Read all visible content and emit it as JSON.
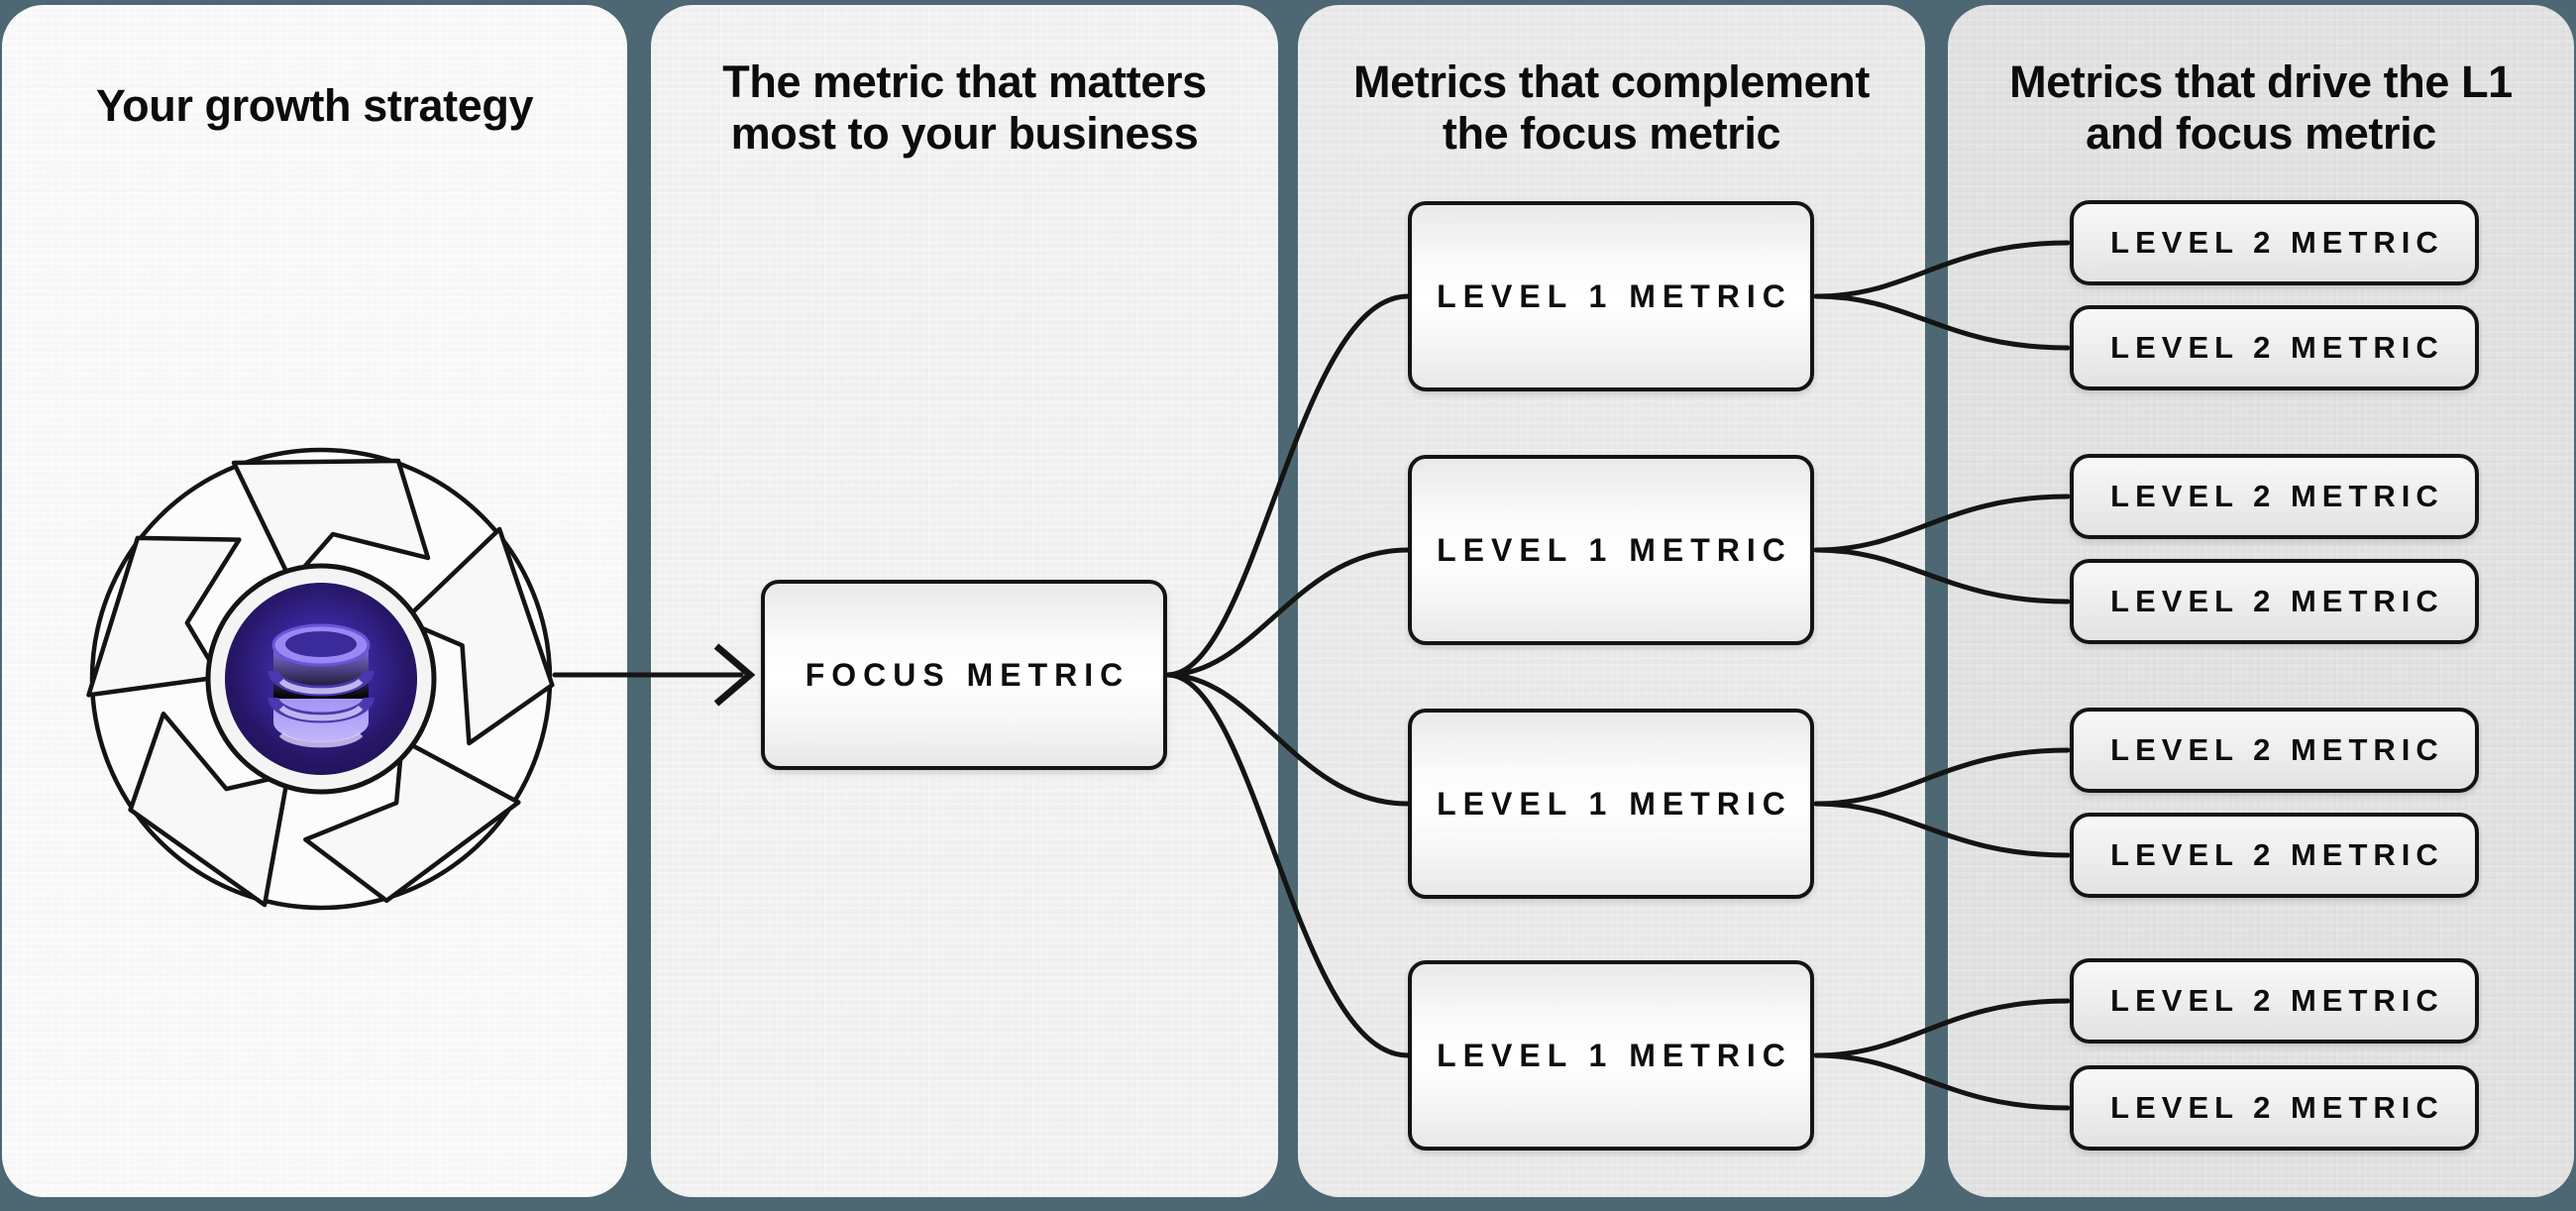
{
  "colors": {
    "background_teal": "#4d6872",
    "ink": "#141414",
    "panel_1": "#fafafa",
    "panel_2": "#f1f1f1",
    "panel_3": "#e9e9e9",
    "panel_4": "#e2e2e2",
    "disc_indigo": "#251463",
    "db_lavender": "#b1a0f7"
  },
  "panels": [
    {
      "title": "Your growth strategy",
      "title_lines": [
        "Your growth strategy"
      ]
    },
    {
      "title": "The metric that matters most to your business",
      "title_lines": [
        "The metric that matters",
        "most to your business"
      ]
    },
    {
      "title": "Metrics that complement the focus metric",
      "title_lines": [
        "Metrics that complement",
        "the focus metric"
      ]
    },
    {
      "title": "Metrics that drive the L1 and focus metric",
      "title_lines": [
        "Metrics that drive the L1",
        "and focus metric"
      ]
    }
  ],
  "icon": {
    "name": "flywheel-database-icon"
  },
  "focus": {
    "label": "FOCUS METRIC"
  },
  "level1": {
    "items": [
      {
        "label": "LEVEL 1 METRIC"
      },
      {
        "label": "LEVEL 1 METRIC"
      },
      {
        "label": "LEVEL 1 METRIC"
      },
      {
        "label": "LEVEL 1 METRIC"
      }
    ]
  },
  "level2": {
    "items": [
      {
        "label": "LEVEL 2 METRIC"
      },
      {
        "label": "LEVEL 2 METRIC"
      },
      {
        "label": "LEVEL 2 METRIC"
      },
      {
        "label": "LEVEL 2 METRIC"
      },
      {
        "label": "LEVEL 2 METRIC"
      },
      {
        "label": "LEVEL 2 METRIC"
      },
      {
        "label": "LEVEL 2 METRIC"
      },
      {
        "label": "LEVEL 2 METRIC"
      }
    ]
  }
}
